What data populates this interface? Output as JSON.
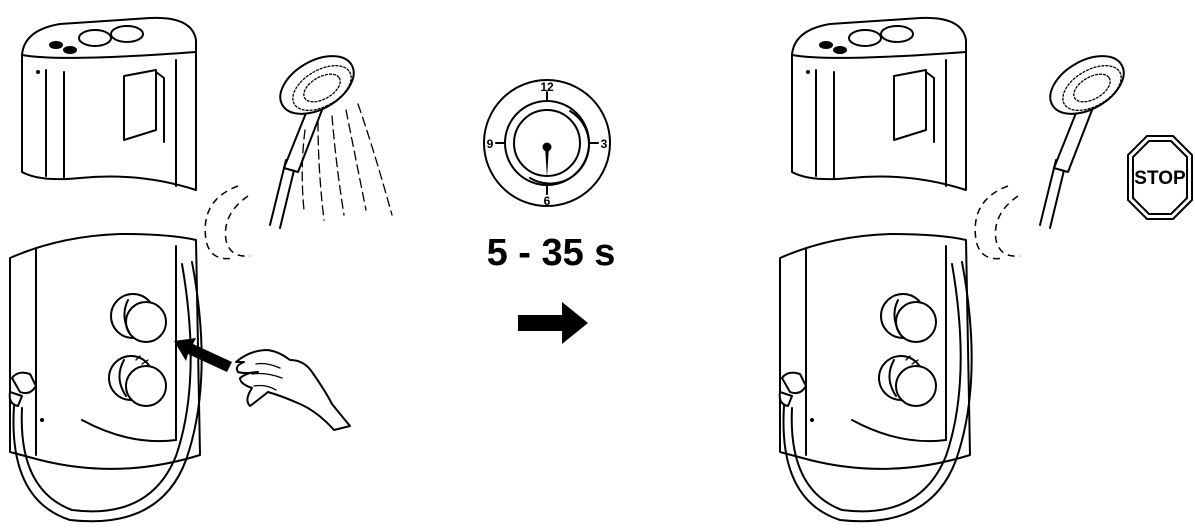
{
  "timer": {
    "numbers": {
      "top": "12",
      "right": "3",
      "bottom": "6",
      "left": "9"
    },
    "duration_label": "5 - 35 s"
  },
  "stop_sign": {
    "label": "STOP"
  },
  "icons": [
    "shower-unit-icon",
    "shower-head-icon",
    "water-spray-icon",
    "hand-icon",
    "press-arrow-icon",
    "timer-dial-icon",
    "next-arrow-icon",
    "stop-sign-icon",
    "shower-hose-icon"
  ],
  "colors": {
    "line": "#000000",
    "background": "#ffffff"
  }
}
